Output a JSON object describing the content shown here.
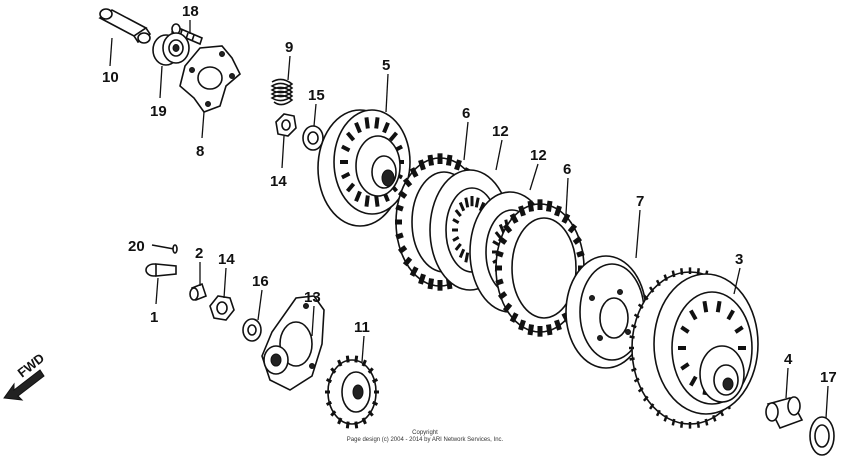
{
  "diagram": {
    "callouts": [
      "10",
      "18",
      "19",
      "8",
      "9",
      "15",
      "14",
      "5",
      "6",
      "12",
      "12",
      "6",
      "7",
      "3",
      "4",
      "17",
      "20",
      "2",
      "14",
      "16",
      "1",
      "13",
      "11"
    ],
    "direction_label": "FWD",
    "copyright_line1": "Copyright",
    "copyright_line2": "Page design (c) 2004 - 2014 by ARI Network Services, Inc."
  }
}
